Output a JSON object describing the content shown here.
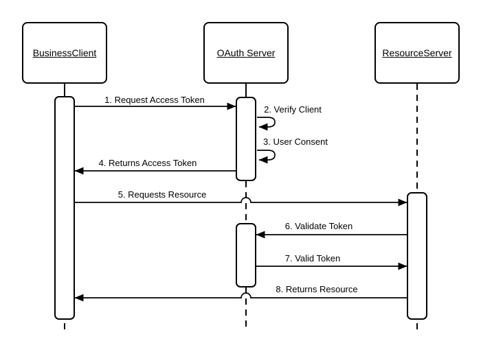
{
  "diagram": {
    "kind": "uml-sequence-diagram",
    "background_color": "#ffffff",
    "line_color": "#000000",
    "actors": [
      {
        "id": "business-client",
        "label": "BusinessClient"
      },
      {
        "id": "oauth-server",
        "label": "OAuth Server"
      },
      {
        "id": "resource-server",
        "label": "ResourceServer"
      }
    ],
    "messages": [
      {
        "num": 1,
        "label": "1. Request Access Token",
        "from": "business-client",
        "to": "oauth-server",
        "kind": "arrow"
      },
      {
        "num": 2,
        "label": "2. Verify Client",
        "from": "oauth-server",
        "to": "oauth-server",
        "kind": "self"
      },
      {
        "num": 3,
        "label": "3. User Consent",
        "from": "oauth-server",
        "to": "oauth-server",
        "kind": "self"
      },
      {
        "num": 4,
        "label": "4. Returns Access Token",
        "from": "oauth-server",
        "to": "business-client",
        "kind": "arrow"
      },
      {
        "num": 5,
        "label": "5. Requests Resource",
        "from": "business-client",
        "to": "resource-server",
        "kind": "arrow"
      },
      {
        "num": 6,
        "label": "6. Validate Token",
        "from": "resource-server",
        "to": "oauth-server",
        "kind": "arrow"
      },
      {
        "num": 7,
        "label": "7. Valid Token",
        "from": "oauth-server",
        "to": "resource-server",
        "kind": "arrow"
      },
      {
        "num": 8,
        "label": "8. Returns Resource",
        "from": "resource-server",
        "to": "business-client",
        "kind": "arrow"
      }
    ]
  }
}
